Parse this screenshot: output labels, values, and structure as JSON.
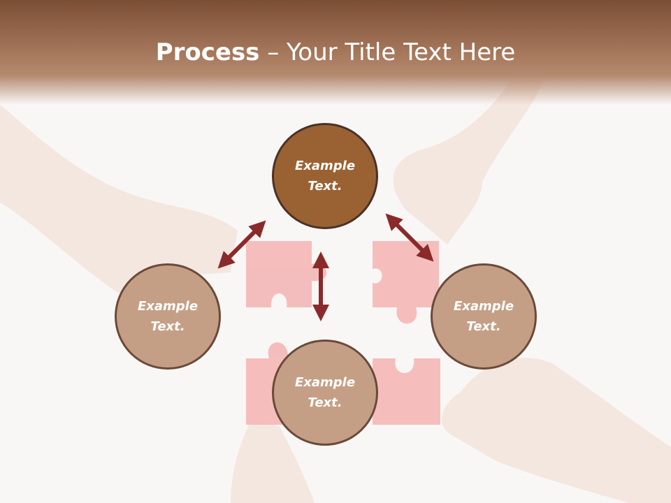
{
  "slide": {
    "title_bold": "Process",
    "title_rest": " – Your Title Text Here"
  },
  "diagram": {
    "nodes": [
      {
        "id": "top",
        "text_line1": "Example",
        "text_line2": "Text."
      },
      {
        "id": "left",
        "text_line1": "Example",
        "text_line2": "Text."
      },
      {
        "id": "right",
        "text_line1": "Example",
        "text_line2": "Text."
      },
      {
        "id": "bottom",
        "text_line1": "Example",
        "text_line2": "Text."
      }
    ]
  },
  "colors": {
    "header": "#7b4f35",
    "node_primary": "#9a6233",
    "node_secondary": "#c59f85",
    "arrow": "#8b2a2a",
    "puzzle": "#f3b8b8"
  }
}
